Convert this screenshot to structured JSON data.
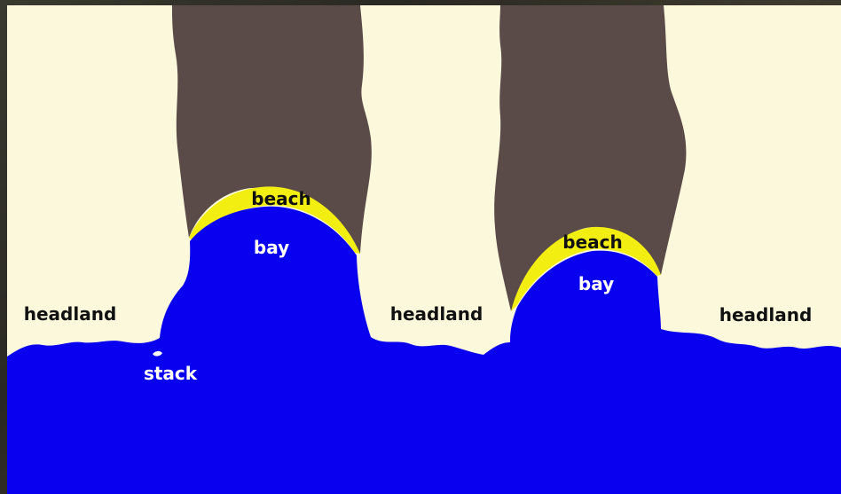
{
  "diagram": {
    "labels": {
      "headland_left": "headland",
      "headland_middle": "headland",
      "headland_right": "headland",
      "beach_left": "beach",
      "beach_right": "beach",
      "bay_left": "bay",
      "bay_right": "bay",
      "stack": "stack"
    },
    "colors": {
      "land": "#fbf8dc",
      "cliff_rock": "#5b4b48",
      "sea": "#0a00f0",
      "beach_sand": "#f2ee12",
      "dark_text": "#111111",
      "light_text": "#ffffff"
    }
  }
}
